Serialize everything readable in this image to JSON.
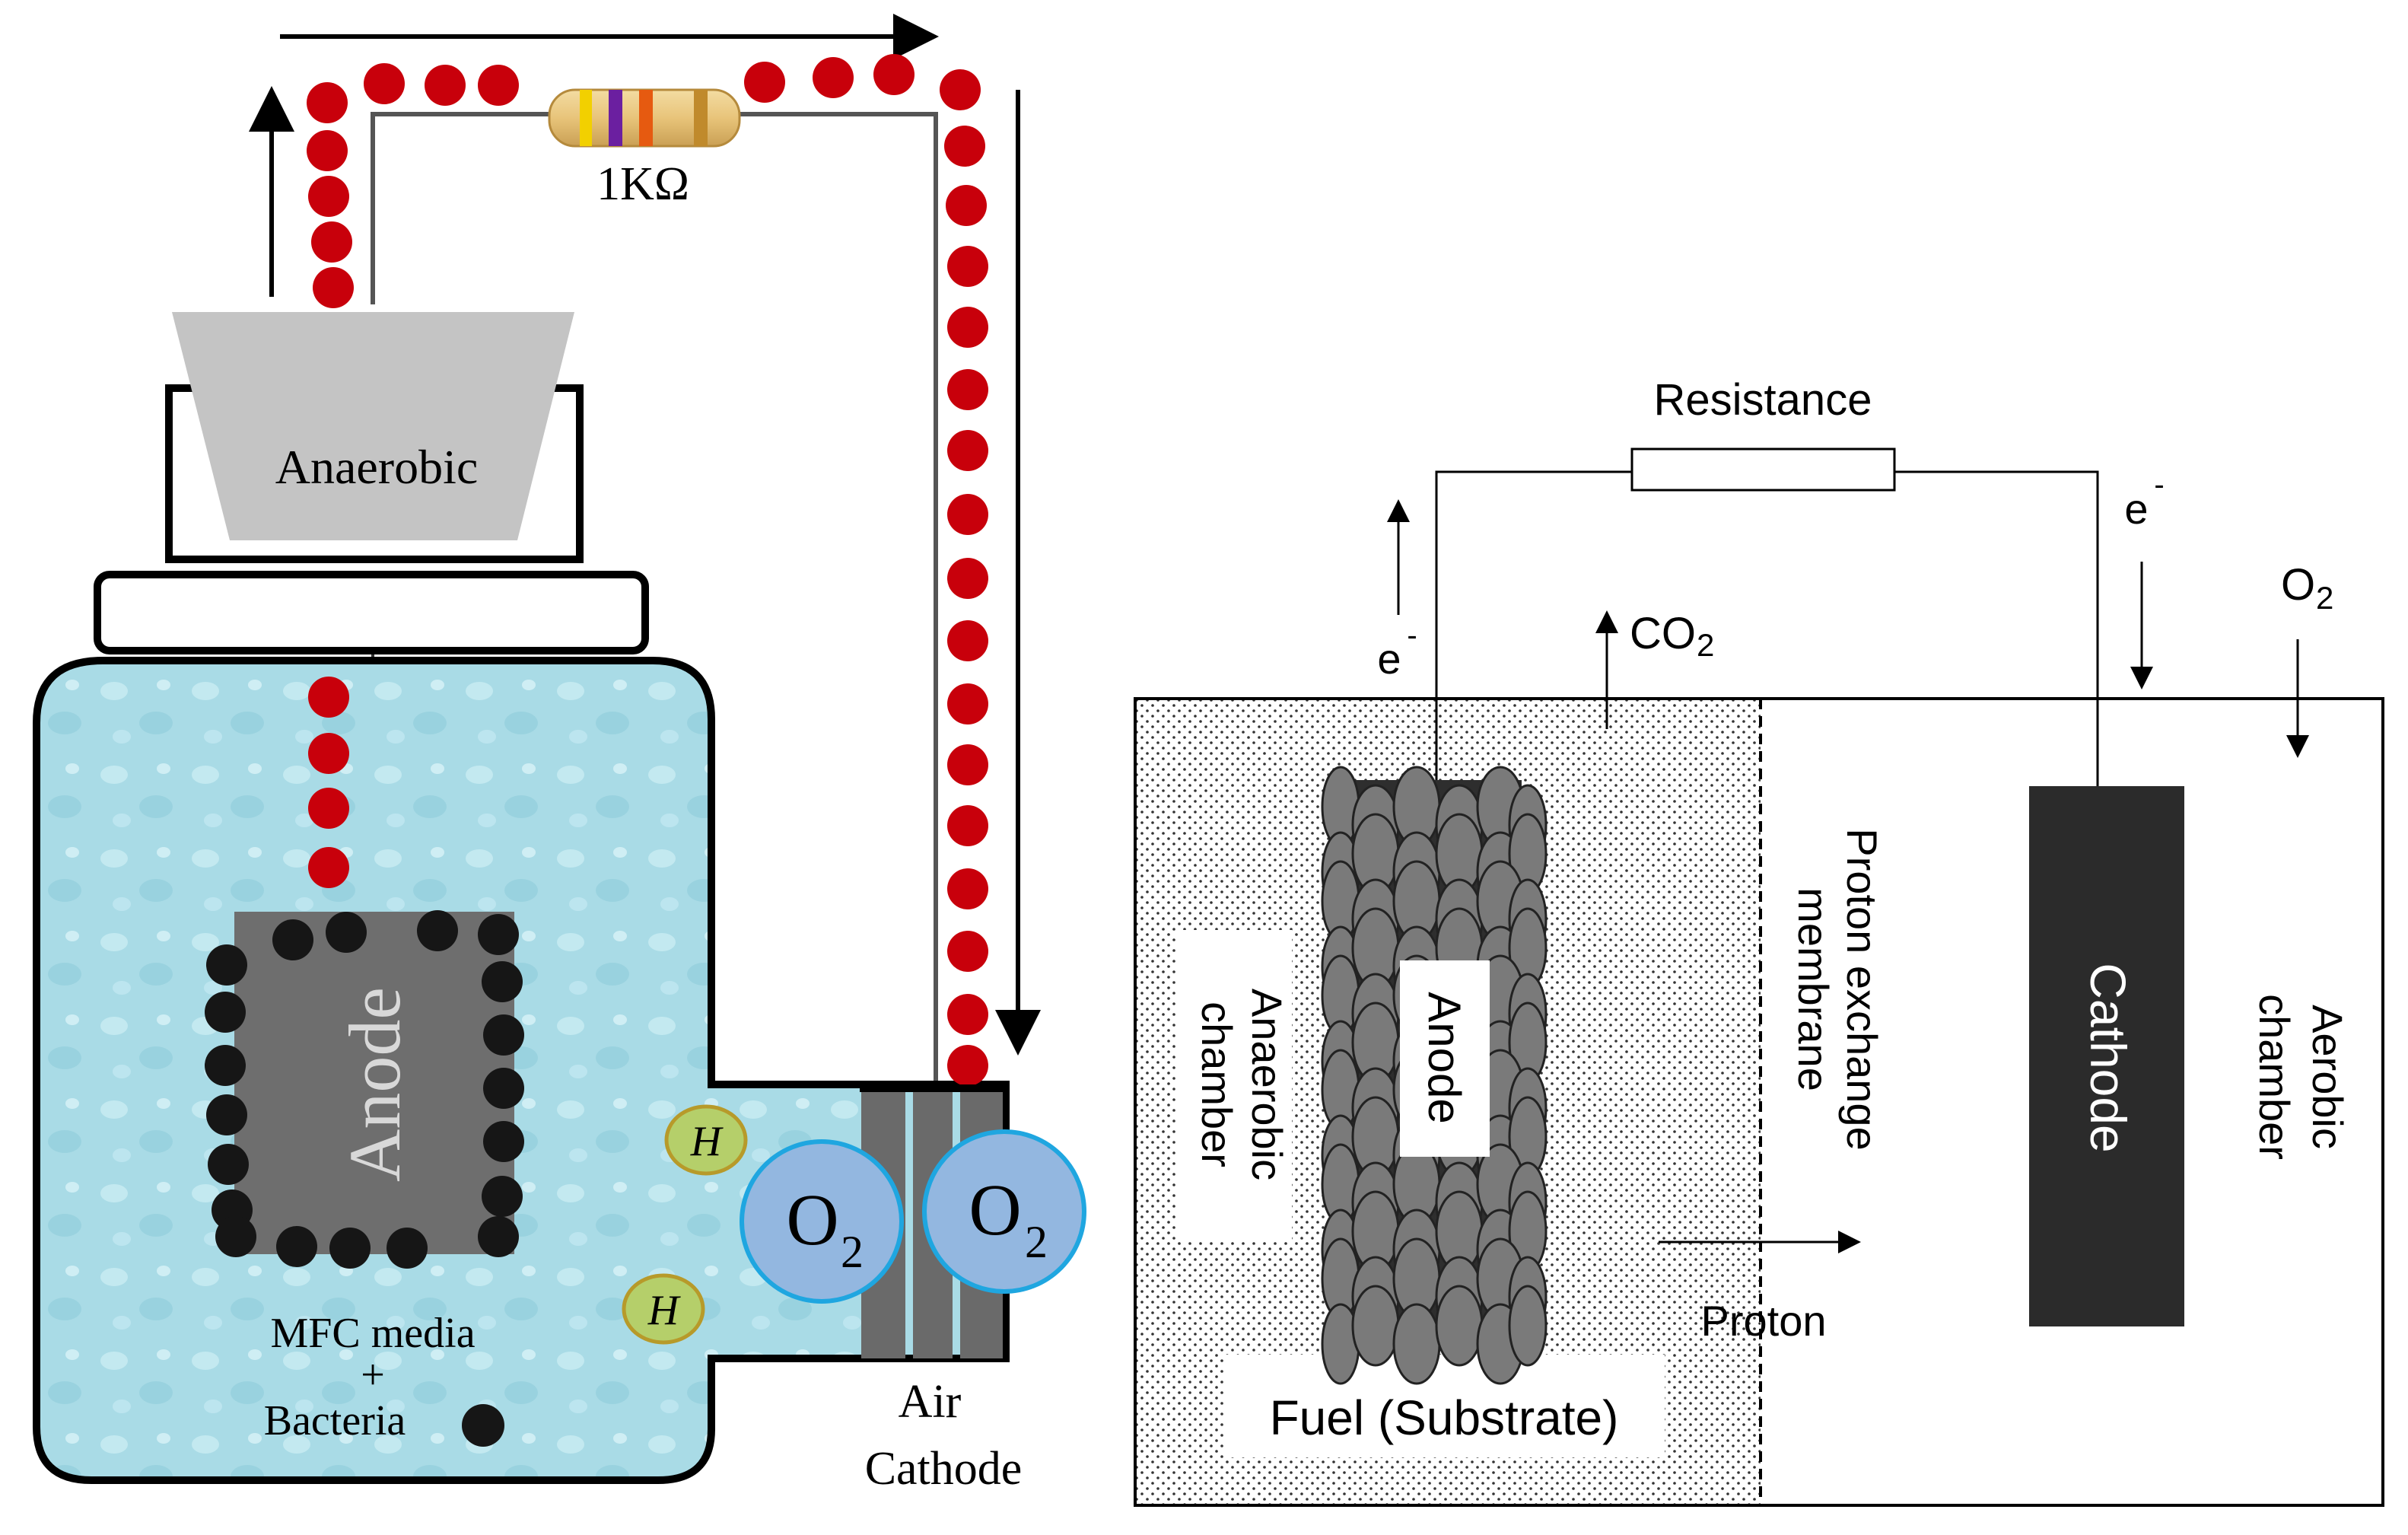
{
  "left": {
    "resistor_label": "1KΩ",
    "anaerobic_label": "Anaerobic",
    "anode_label": "Anode",
    "media_line1": "MFC media",
    "media_plus": "+",
    "media_line2": "Bacteria",
    "hydrogen_label": "H",
    "oxygen_main": "O",
    "oxygen_sub": "2",
    "cathode_line1": "Air",
    "cathode_line2": "Cathode"
  },
  "right": {
    "resistance_label": "Resistance",
    "electron_main": "e",
    "electron_sup": "-",
    "co2_main": "CO",
    "co2_sub": "2",
    "o2_main": "O",
    "o2_sub": "2",
    "anode_label": "Anode",
    "anaerobic_line1": "Anaerobic",
    "anaerobic_line2": "chamber",
    "membrane_line1": "Proton exchange",
    "membrane_line2": "membrane",
    "cathode_label": "Cathode",
    "aerobic_line1": "Aerobic",
    "aerobic_line2": "chamber",
    "proton_label": "Proton",
    "fuel_label": "Fuel (Substrate)"
  },
  "colors": {
    "electron_dots": "#c8000b",
    "water": "#a9dbe6",
    "anode_block": "#6e6e6e",
    "bacteria": "#161616",
    "oxygen_bubble": "#93b7e0",
    "oxygen_ring": "#1fa6e0",
    "hydrogen_fill": "#b5cf6a",
    "hydrogen_ring": "#b79a2a",
    "cathode_block": "#2b2b2b",
    "funnel": "#c4c4c4"
  }
}
